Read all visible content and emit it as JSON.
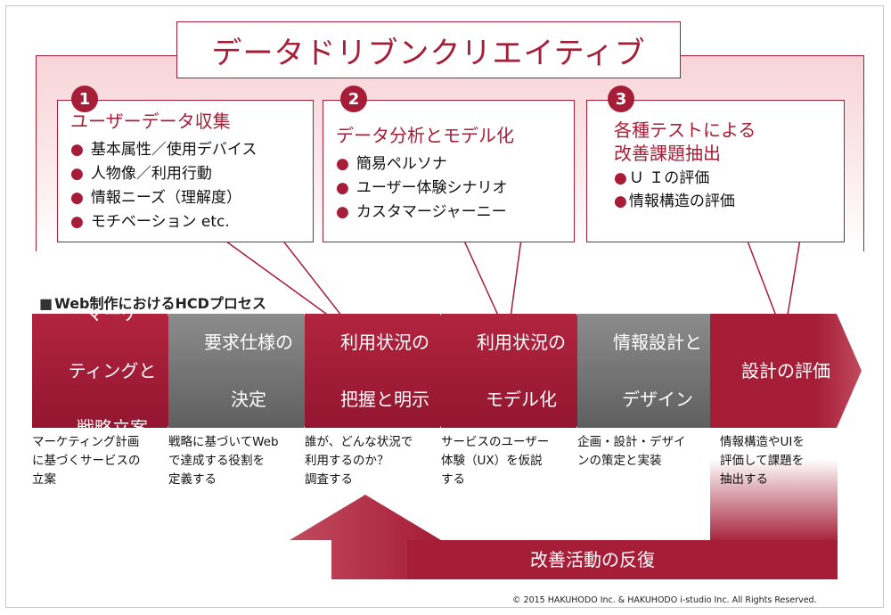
{
  "title": "データドリブンクリエイティブ",
  "cards": [
    {
      "number": "1",
      "heading": "ユーザーデータ収集",
      "items": [
        "基本属性／使用デバイス",
        "人物像／利用行動",
        "情報ニーズ（理解度）",
        "モチベーション etc."
      ]
    },
    {
      "number": "2",
      "heading": "データ分析とモデル化",
      "items": [
        "簡易ペルソナ",
        "ユーザー体験シナリオ",
        "カスタマージャーニー"
      ]
    },
    {
      "number": "3",
      "heading_line1": "各種テストによる",
      "heading_line2": "改善課題抽出",
      "items": [
        "Ｕ Ｉの評価",
        "情報構造の評価"
      ]
    }
  ],
  "bullet": "●",
  "process_title_marker": "■",
  "process_title": "Web制作におけるHCDプロセス",
  "steps": [
    {
      "label_lines": [
        "マーケ",
        "ティングと",
        "戦略立案"
      ],
      "desc_lines": [
        "マーケティング計画",
        "に基づくサービスの",
        "立案"
      ],
      "color": "#a51d37"
    },
    {
      "label_lines": [
        "要求仕様の",
        "決定"
      ],
      "desc_lines": [
        "戦略に基づいてWeb",
        "で達成する役割を",
        "定義する"
      ],
      "color": "#7a7a7a"
    },
    {
      "label_lines": [
        "利用状況の",
        "把握と明示"
      ],
      "desc_lines": [
        "誰が、どんな状況で",
        "利用するのか？",
        "調査する"
      ],
      "color": "#a51d37"
    },
    {
      "label_lines": [
        "利用状況の",
        "モデル化"
      ],
      "desc_lines": [
        "サービスのユーザー",
        "体験（UX）を仮説",
        "する"
      ],
      "color": "#a51d37"
    },
    {
      "label_lines": [
        "情報設計と",
        "デザイン"
      ],
      "desc_lines": [
        "企画・設計・デザイ",
        "ンの策定と実装"
      ],
      "color": "#7a7a7a"
    },
    {
      "label_lines": [
        "設計の評価"
      ],
      "desc_lines": [
        "情報構造やUIを",
        "評価して課題を",
        "抽出する"
      ],
      "color": "#a51d37"
    }
  ],
  "loop_label": "改善活動の反復",
  "copyright": "© 2015 HAKUHODO Inc. & HAKUHODO i-studio Inc. All Rights Reserved."
}
